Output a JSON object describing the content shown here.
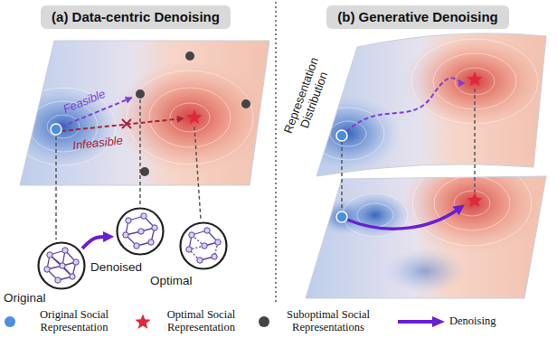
{
  "diagram": {
    "nodes": [
      {
        "text": [
          "(a) Data-centric Denoising"
        ]
      },
      {
        "text": [
          "(b) Generative Denoising"
        ]
      },
      {
        "text": [
          "Original"
        ]
      },
      {
        "text": [
          "Denoised"
        ]
      },
      {
        "text": [
          "Optimal"
        ]
      }
    ],
    "edges": [
      {
        "from": 2,
        "to": 3,
        "arrow": "to"
      }
    ],
    "labels": [
      "Feasible",
      "Infeasible",
      "Representation Distribution"
    ],
    "legend": [
      {
        "text": "Original Social Representation",
        "color": "#4a8fe0"
      },
      {
        "text": "Optimal Social Representation",
        "color": "#e0283c"
      },
      {
        "text": "Suboptimal Social Representations",
        "color": "#444444"
      },
      {
        "text": "Denoising"
      }
    ]
  }
}
